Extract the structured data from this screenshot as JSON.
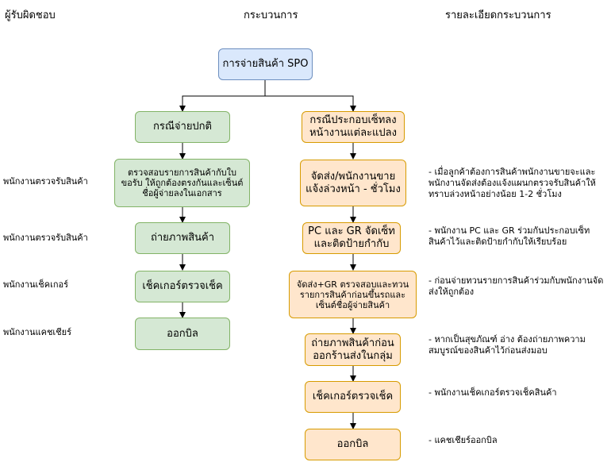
{
  "headers": {
    "responsible": "ผู้รับผิดชอบ",
    "process": "กระบวนการ",
    "details": "รายละเอียดกระบวนการ"
  },
  "start": {
    "label": "การจ่ายสินค้า SPO"
  },
  "normal_branch": {
    "title": "กรณีจ่ายปกติ",
    "steps": [
      "ตรวจสอบรายการสินค้ากับใบขอรับ ให้ถูกต้องตรงกันและเซ็นต์ชื่อผู้จ่ายลงในเอกสาร",
      "ถ่ายภาพสินค้า",
      "เช็คเกอร์ตรวจเช็ค",
      "ออกบิล"
    ]
  },
  "assembly_branch": {
    "title": "กรณีประกอบเซ็ทลงหน้างานแต่ละแปลง",
    "steps": [
      "จัดส่ง/พนักงานขาย แจ้งล่วงหน้า - ชั่วโมง",
      "PC และ GR จัดเซ็ท และติดป้ายกำกับ",
      "จัดส่ง+GR ตรวจสอบและทวนรายการสินค้าก่อนขึ้นรถและเซ็นต์ชื่อผู้จ่ายสินค้า",
      "ถ่ายภาพสินค้าก่อนออกร้านส่งในกลุ่ม",
      "เช็คเกอร์ตรวจเช็ค",
      "ออกบิล"
    ]
  },
  "responsibles": [
    "พนักงานตรวจรับสินค้า",
    "พนักงานตรวจรับสินค้า",
    "พนักงานเช็คเกอร์",
    "พนักงานแคชเชียร์"
  ],
  "details": [
    "- เมื่อลูกค้าต้องการสินค้าพนักงานขายจะและพนักงานจัดส่งต้องแจ้งแผนกตรวจรับสินค้าให้ทราบล่วงหน้าอย่างน้อย 1-2 ชั่วโมง",
    "- พนักงาน PC และ GR ร่วมกันประกอบเซ็ทสินค้าไว้และติดป้ายกำกับให้เรียบร้อย",
    "- ก่อนจ่ายทวนรายการสินค้าร่วมกับพนักงานจัดส่งให้ถูกต้อง",
    "- หากเป็นสุขภัณฑ์ อ่าง ต้องถ่ายภาพความสมบูรณ์ของสินค้าไว้ก่อนส่งมอบ",
    "- พนักงานเช็คเกอร์ตรวจเช็คสินค้า",
    "- แคชเชียร์ออกบิล"
  ],
  "colors": {
    "green_fill": "#d5e8d4",
    "green_stroke": "#82b366",
    "orange_fill": "#ffe6cc",
    "orange_stroke": "#d79b00",
    "blue_fill": "#dae8fc",
    "blue_stroke": "#6c8ebf"
  }
}
